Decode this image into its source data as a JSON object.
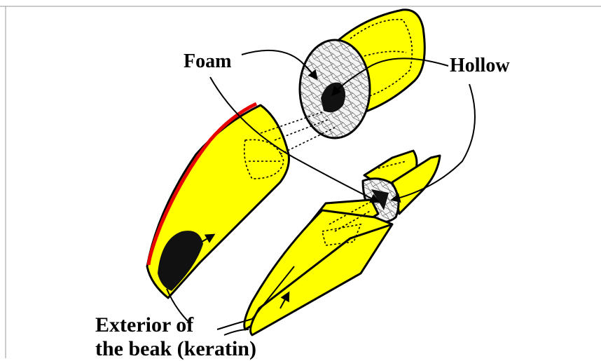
{
  "labels": {
    "foam": "Foam",
    "hollow": "Hollow",
    "exterior_line1": "Exterior of",
    "exterior_line2": "the beak (keratin)"
  },
  "colors": {
    "keratin": "#ffff00",
    "keratin_edge": "#e60000",
    "hollow_core": "#111111",
    "foam_fill": "#f2f2f2",
    "background": "#ffffff"
  }
}
